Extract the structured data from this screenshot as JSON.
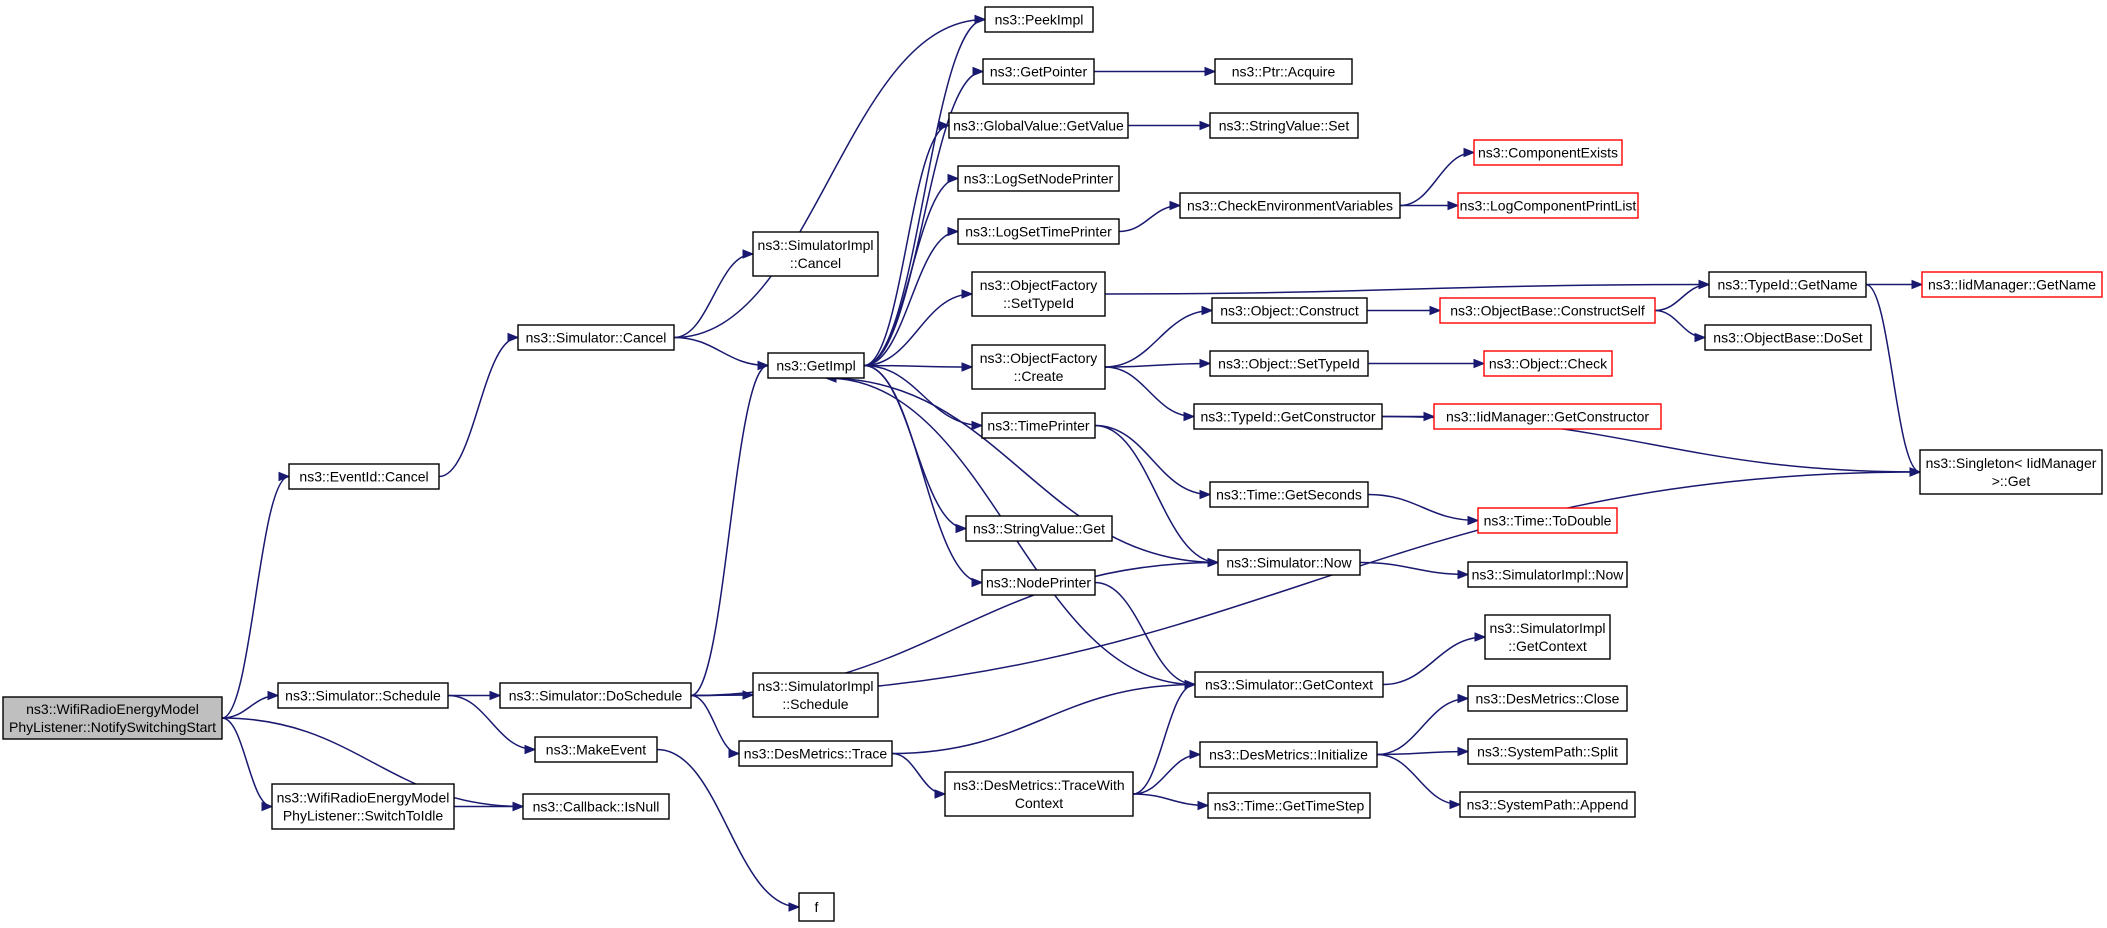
{
  "colors": {
    "edge": "#191970",
    "node_border": "#000000",
    "truncated_border": "#ff0000",
    "root_fill": "#bfbfbf"
  },
  "nodes": [
    {
      "id": "root",
      "lines": [
        "ns3::WifiRadioEnergyModel",
        "PhyListener::NotifySwitchingStart"
      ],
      "style": "root"
    },
    {
      "id": "eventid_cancel",
      "lines": [
        "ns3::EventId::Cancel"
      ],
      "style": "normal"
    },
    {
      "id": "sim_schedule",
      "lines": [
        "ns3::Simulator::Schedule"
      ],
      "style": "normal"
    },
    {
      "id": "switch_to_idle",
      "lines": [
        "ns3::WifiRadioEnergyModel",
        "PhyListener::SwitchToIdle"
      ],
      "style": "normal"
    },
    {
      "id": "callback_isnull",
      "lines": [
        "ns3::Callback::IsNull"
      ],
      "style": "normal"
    },
    {
      "id": "sim_cancel",
      "lines": [
        "ns3::Simulator::Cancel"
      ],
      "style": "normal"
    },
    {
      "id": "sim_doschedule",
      "lines": [
        "ns3::Simulator::DoSchedule"
      ],
      "style": "normal"
    },
    {
      "id": "makeevent",
      "lines": [
        "ns3::MakeEvent"
      ],
      "style": "normal"
    },
    {
      "id": "simimpl_cancel",
      "lines": [
        "ns3::SimulatorImpl",
        "::Cancel"
      ],
      "style": "normal"
    },
    {
      "id": "getimpl",
      "lines": [
        "ns3::GetImpl"
      ],
      "style": "normal"
    },
    {
      "id": "simimpl_schedule",
      "lines": [
        "ns3::SimulatorImpl",
        "::Schedule"
      ],
      "style": "normal"
    },
    {
      "id": "desmetrics_trace",
      "lines": [
        "ns3::DesMetrics::Trace"
      ],
      "style": "normal"
    },
    {
      "id": "f",
      "lines": [
        "f"
      ],
      "style": "normal"
    },
    {
      "id": "peekimpl",
      "lines": [
        "ns3::PeekImpl"
      ],
      "style": "normal"
    },
    {
      "id": "getpointer",
      "lines": [
        "ns3::GetPointer"
      ],
      "style": "normal"
    },
    {
      "id": "globalvalue_getvalue",
      "lines": [
        "ns3::GlobalValue::GetValue"
      ],
      "style": "normal"
    },
    {
      "id": "logsetnodeprinter",
      "lines": [
        "ns3::LogSetNodePrinter"
      ],
      "style": "normal"
    },
    {
      "id": "logsettimeprinter",
      "lines": [
        "ns3::LogSetTimePrinter"
      ],
      "style": "normal"
    },
    {
      "id": "objfactory_settypeid",
      "lines": [
        "ns3::ObjectFactory",
        "::SetTypeId"
      ],
      "style": "normal"
    },
    {
      "id": "objfactory_create",
      "lines": [
        "ns3::ObjectFactory",
        "::Create"
      ],
      "style": "normal"
    },
    {
      "id": "timeprinter",
      "lines": [
        "ns3::TimePrinter"
      ],
      "style": "normal"
    },
    {
      "id": "stringvalue_get",
      "lines": [
        "ns3::StringValue::Get"
      ],
      "style": "normal"
    },
    {
      "id": "nodeprinter",
      "lines": [
        "ns3::NodePrinter"
      ],
      "style": "normal"
    },
    {
      "id": "desmetrics_tracewithcontext",
      "lines": [
        "ns3::DesMetrics::TraceWith",
        "Context"
      ],
      "style": "normal"
    },
    {
      "id": "ptr_acquire",
      "lines": [
        "ns3::Ptr::Acquire"
      ],
      "style": "normal"
    },
    {
      "id": "stringvalue_set",
      "lines": [
        "ns3::StringValue::Set"
      ],
      "style": "normal"
    },
    {
      "id": "checkenvvars",
      "lines": [
        "ns3::CheckEnvironmentVariables"
      ],
      "style": "normal"
    },
    {
      "id": "object_construct",
      "lines": [
        "ns3::Object::Construct"
      ],
      "style": "normal"
    },
    {
      "id": "object_settypeid",
      "lines": [
        "ns3::Object::SetTypeId"
      ],
      "style": "normal"
    },
    {
      "id": "typeid_getconstructor",
      "lines": [
        "ns3::TypeId::GetConstructor"
      ],
      "style": "normal"
    },
    {
      "id": "time_getseconds",
      "lines": [
        "ns3::Time::GetSeconds"
      ],
      "style": "normal"
    },
    {
      "id": "sim_now",
      "lines": [
        "ns3::Simulator::Now"
      ],
      "style": "normal"
    },
    {
      "id": "sim_getcontext",
      "lines": [
        "ns3::Simulator::GetContext"
      ],
      "style": "normal"
    },
    {
      "id": "desmetrics_initialize",
      "lines": [
        "ns3::DesMetrics::Initialize"
      ],
      "style": "normal"
    },
    {
      "id": "time_gettimestep",
      "lines": [
        "ns3::Time::GetTimeStep"
      ],
      "style": "normal"
    },
    {
      "id": "componentexists",
      "lines": [
        "ns3::ComponentExists"
      ],
      "style": "truncated"
    },
    {
      "id": "logcomponentprintlist",
      "lines": [
        "ns3::LogComponentPrintList"
      ],
      "style": "truncated"
    },
    {
      "id": "objectbase_constructself",
      "lines": [
        "ns3::ObjectBase::ConstructSelf"
      ],
      "style": "truncated"
    },
    {
      "id": "object_check",
      "lines": [
        "ns3::Object::Check"
      ],
      "style": "truncated"
    },
    {
      "id": "iidmanager_getconstructor",
      "lines": [
        "ns3::IidManager::GetConstructor"
      ],
      "style": "truncated"
    },
    {
      "id": "time_todouble",
      "lines": [
        "ns3::Time::ToDouble"
      ],
      "style": "truncated"
    },
    {
      "id": "simimpl_now",
      "lines": [
        "ns3::SimulatorImpl::Now"
      ],
      "style": "normal"
    },
    {
      "id": "simimpl_getcontext",
      "lines": [
        "ns3::SimulatorImpl",
        "::GetContext"
      ],
      "style": "normal"
    },
    {
      "id": "desmetrics_close",
      "lines": [
        "ns3::DesMetrics::Close"
      ],
      "style": "normal"
    },
    {
      "id": "systempath_split",
      "lines": [
        "ns3::SystemPath::Split"
      ],
      "style": "normal"
    },
    {
      "id": "systempath_append",
      "lines": [
        "ns3::SystemPath::Append"
      ],
      "style": "normal"
    },
    {
      "id": "typeid_getname",
      "lines": [
        "ns3::TypeId::GetName"
      ],
      "style": "normal"
    },
    {
      "id": "objectbase_doset",
      "lines": [
        "ns3::ObjectBase::DoSet"
      ],
      "style": "normal"
    },
    {
      "id": "iidmanager_getname",
      "lines": [
        "ns3::IidManager::GetName"
      ],
      "style": "truncated"
    },
    {
      "id": "singleton_get",
      "lines": [
        "ns3::Singleton< IidManager",
        " >::Get"
      ],
      "style": "normal"
    }
  ],
  "edges": [
    [
      "root",
      "eventid_cancel"
    ],
    [
      "root",
      "sim_schedule"
    ],
    [
      "root",
      "switch_to_idle"
    ],
    [
      "root",
      "callback_isnull"
    ],
    [
      "eventid_cancel",
      "sim_cancel"
    ],
    [
      "sim_schedule",
      "sim_doschedule"
    ],
    [
      "sim_schedule",
      "makeevent"
    ],
    [
      "switch_to_idle",
      "callback_isnull"
    ],
    [
      "sim_cancel",
      "simimpl_cancel"
    ],
    [
      "sim_cancel",
      "getimpl"
    ],
    [
      "sim_cancel",
      "peekimpl"
    ],
    [
      "sim_doschedule",
      "getimpl"
    ],
    [
      "sim_doschedule",
      "simimpl_schedule"
    ],
    [
      "sim_doschedule",
      "desmetrics_trace"
    ],
    [
      "sim_doschedule",
      "sim_now"
    ],
    [
      "sim_doschedule",
      "singleton_get"
    ],
    [
      "makeevent",
      "f"
    ],
    [
      "getimpl",
      "peekimpl"
    ],
    [
      "getimpl",
      "getpointer"
    ],
    [
      "getimpl",
      "globalvalue_getvalue"
    ],
    [
      "getimpl",
      "logsetnodeprinter"
    ],
    [
      "getimpl",
      "logsettimeprinter"
    ],
    [
      "getimpl",
      "objfactory_settypeid"
    ],
    [
      "getimpl",
      "objfactory_create"
    ],
    [
      "getimpl",
      "timeprinter"
    ],
    [
      "getimpl",
      "stringvalue_get"
    ],
    [
      "getimpl",
      "nodeprinter"
    ],
    [
      "desmetrics_trace",
      "desmetrics_tracewithcontext"
    ],
    [
      "desmetrics_trace",
      "sim_getcontext"
    ],
    [
      "getpointer",
      "ptr_acquire"
    ],
    [
      "globalvalue_getvalue",
      "stringvalue_set"
    ],
    [
      "logsettimeprinter",
      "checkenvvars"
    ],
    [
      "objfactory_settypeid",
      "typeid_getname"
    ],
    [
      "objfactory_create",
      "object_construct"
    ],
    [
      "objfactory_create",
      "object_settypeid"
    ],
    [
      "objfactory_create",
      "typeid_getconstructor"
    ],
    [
      "timeprinter",
      "time_getseconds"
    ],
    [
      "timeprinter",
      "sim_now"
    ],
    [
      "nodeprinter",
      "sim_getcontext"
    ],
    [
      "desmetrics_tracewithcontext",
      "sim_getcontext"
    ],
    [
      "desmetrics_tracewithcontext",
      "desmetrics_initialize"
    ],
    [
      "desmetrics_tracewithcontext",
      "time_gettimestep"
    ],
    [
      "checkenvvars",
      "componentexists"
    ],
    [
      "checkenvvars",
      "logcomponentprintlist"
    ],
    [
      "object_construct",
      "objectbase_constructself"
    ],
    [
      "object_settypeid",
      "object_check"
    ],
    [
      "typeid_getconstructor",
      "iidmanager_getconstructor"
    ],
    [
      "typeid_getconstructor",
      "singleton_get"
    ],
    [
      "time_getseconds",
      "time_todouble"
    ],
    [
      "sim_now",
      "getimpl"
    ],
    [
      "sim_now",
      "simimpl_now"
    ],
    [
      "sim_getcontext",
      "getimpl"
    ],
    [
      "sim_getcontext",
      "simimpl_getcontext"
    ],
    [
      "desmetrics_initialize",
      "desmetrics_close"
    ],
    [
      "desmetrics_initialize",
      "systempath_split"
    ],
    [
      "desmetrics_initialize",
      "systempath_append"
    ],
    [
      "objectbase_constructself",
      "typeid_getname"
    ],
    [
      "objectbase_constructself",
      "objectbase_doset"
    ],
    [
      "typeid_getname",
      "iidmanager_getname"
    ],
    [
      "typeid_getname",
      "singleton_get"
    ]
  ]
}
